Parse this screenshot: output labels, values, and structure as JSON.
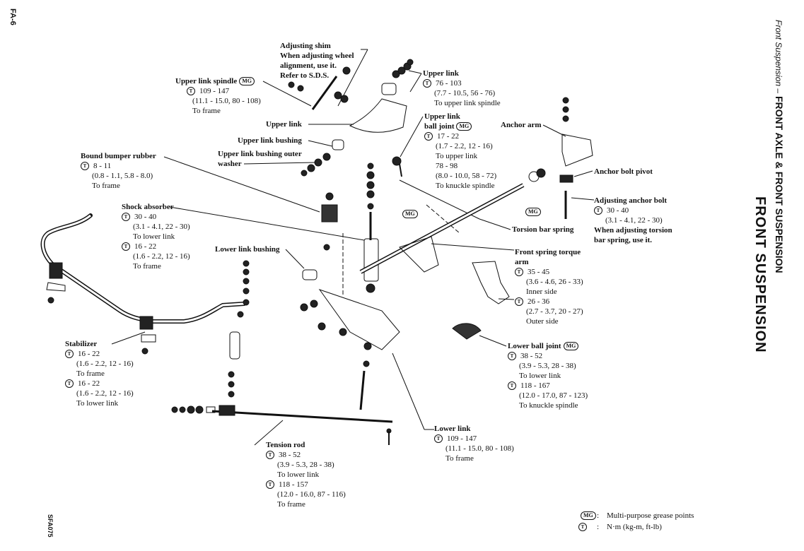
{
  "page": {
    "page_number": "FA-6",
    "figure_code": "SFA075",
    "running_head_italic": "Front Suspension –",
    "running_head": "FRONT AXLE & FRONT SUSPENSION",
    "section_title": "FRONT SUSPENSION"
  },
  "symbols": {
    "mg": "MG",
    "torque": "T"
  },
  "labels": {
    "adjusting_shim": {
      "title": "Adjusting shim",
      "l1": "When adjusting wheel",
      "l2": "alignment, use it.",
      "l3": "Refer to S.D.S."
    },
    "upper_link_spindle": {
      "title": "Upper link spindle",
      "torque": "109 - 147",
      "conv": "(11.1 - 15.0, 80 - 108)",
      "note": "To frame"
    },
    "upper_link": {
      "title": "Upper link",
      "torque": "76 - 103",
      "conv": "(7.7 - 10.5, 56 - 76)",
      "note": "To upper link spindle"
    },
    "upper_link_center": "Upper link",
    "upper_link_bushing": "Upper link bushing",
    "upper_link_bushing_washer": {
      "l1": "Upper link bushing outer",
      "l2": "washer"
    },
    "upper_ball_joint": {
      "title1": "Upper link",
      "title2": "ball joint",
      "torque1": "17 - 22",
      "conv1": "(1.7 - 2.2, 12 - 16)",
      "note1": "To upper link",
      "torque2": "78 - 98",
      "conv2": "(8.0 - 10.0, 58 - 72)",
      "note2": "To knuckle spindle"
    },
    "anchor_arm": "Anchor arm",
    "anchor_bolt_pivot": "Anchor bolt pivot",
    "adjusting_anchor_bolt": {
      "title": "Adjusting anchor bolt",
      "torque": "30 - 40",
      "conv": "(3.1 - 4.1, 22 - 30)",
      "n1": "When adjusting torsion",
      "n2": "bar spring, use it."
    },
    "bound_bumper": {
      "title": "Bound bumper rubber",
      "torque": "8 - 11",
      "conv": "(0.8 - 1.1, 5.8 - 8.0)",
      "note": "To frame"
    },
    "shock_absorber": {
      "title": "Shock absorber",
      "torque1": "30 - 40",
      "conv1": "(3.1 - 4.1, 22 - 30)",
      "note1": "To lower link",
      "torque2": "16 - 22",
      "conv2": "(1.6 - 2.2, 12 - 16)",
      "note2": "To frame"
    },
    "torsion_bar_spring": "Torsion bar spring",
    "lower_link_bushing": "Lower link bushing",
    "torque_arm": {
      "title1": "Front spring torque",
      "title2": "arm",
      "torque1": "35 - 45",
      "conv1": "(3.6 - 4.6, 26 - 33)",
      "note1": "Inner side",
      "torque2": "26 - 36",
      "conv2": "(2.7 - 3.7, 20 - 27)",
      "note2": "Outer side"
    },
    "lower_ball_joint": {
      "title": "Lower ball joint",
      "torque1": "38 - 52",
      "conv1": "(3.9 - 5.3, 28 - 38)",
      "note1": "To lower link",
      "torque2": "118 - 167",
      "conv2": "(12.0 - 17.0, 87 - 123)",
      "note2": "To knuckle spindle"
    },
    "stabilizer": {
      "title": "Stabilizer",
      "torque1": "16 - 22",
      "conv1": "(1.6 - 2.2, 12 - 16)",
      "note1": "To frame",
      "torque2": "16 - 22",
      "conv2": "(1.6 - 2.2, 12 - 16)",
      "note2": "To lower link"
    },
    "lower_link": {
      "title": "Lower link",
      "torque": "109 - 147",
      "conv": "(11.1 - 15.0, 80 - 108)",
      "note": "To frame"
    },
    "tension_rod": {
      "title": "Tension rod",
      "torque1": "38 - 52",
      "conv1": "(3.9 - 5.3, 28 - 38)",
      "note1": "To lower link",
      "torque2": "118 - 157",
      "conv2": "(12.0 - 16.0, 87 - 116)",
      "note2": "To frame"
    }
  },
  "legend": {
    "mg_text": "Multi-purpose grease points",
    "torque_text": "N·m (kg-m, ft-lb)",
    "colon": ":"
  }
}
